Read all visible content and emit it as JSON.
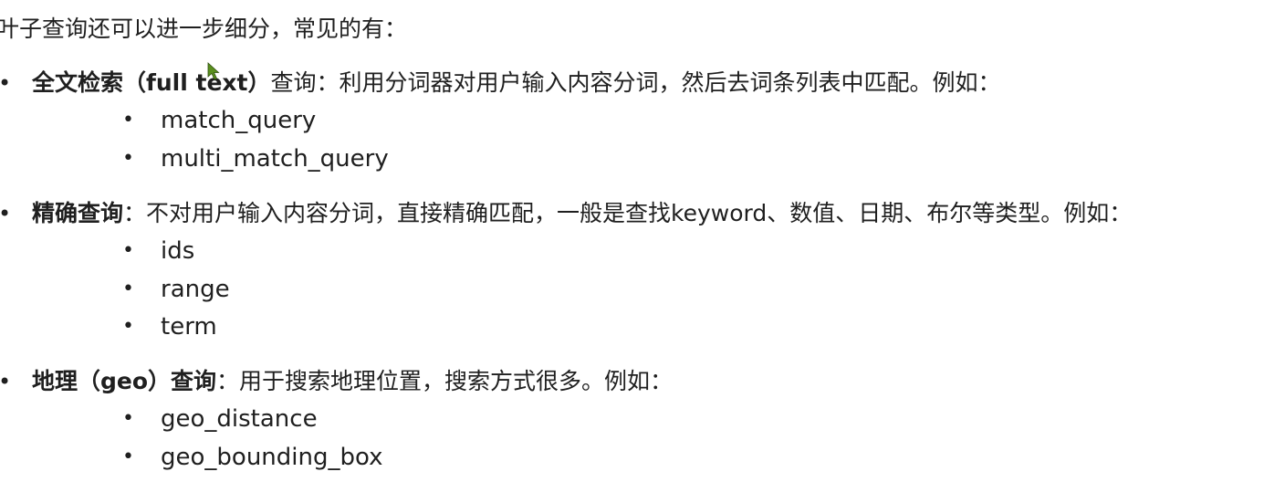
{
  "intro": "叶子查询还可以进一步细分，常见的有：",
  "bullet_char": "•",
  "sections": [
    {
      "term": "全文检索（full text）",
      "desc": "查询：利用分词器对用户输入内容分词，然后去词条列表中匹配。例如：",
      "items": [
        "match_query",
        "multi_match_query"
      ]
    },
    {
      "term": "精确查询",
      "desc": "：不对用户输入内容分词，直接精确匹配，一般是查找keyword、数值、日期、布尔等类型。例如：",
      "items": [
        "ids",
        "range",
        "term"
      ]
    },
    {
      "term": "地理（geo）查询",
      "desc": "：用于搜索地理位置，搜索方式很多。例如：",
      "items": [
        "geo_distance",
        "geo_bounding_box"
      ]
    }
  ],
  "cursor_icon": "mouse-pointer-icon",
  "cursor_color": "#5a8f1e"
}
